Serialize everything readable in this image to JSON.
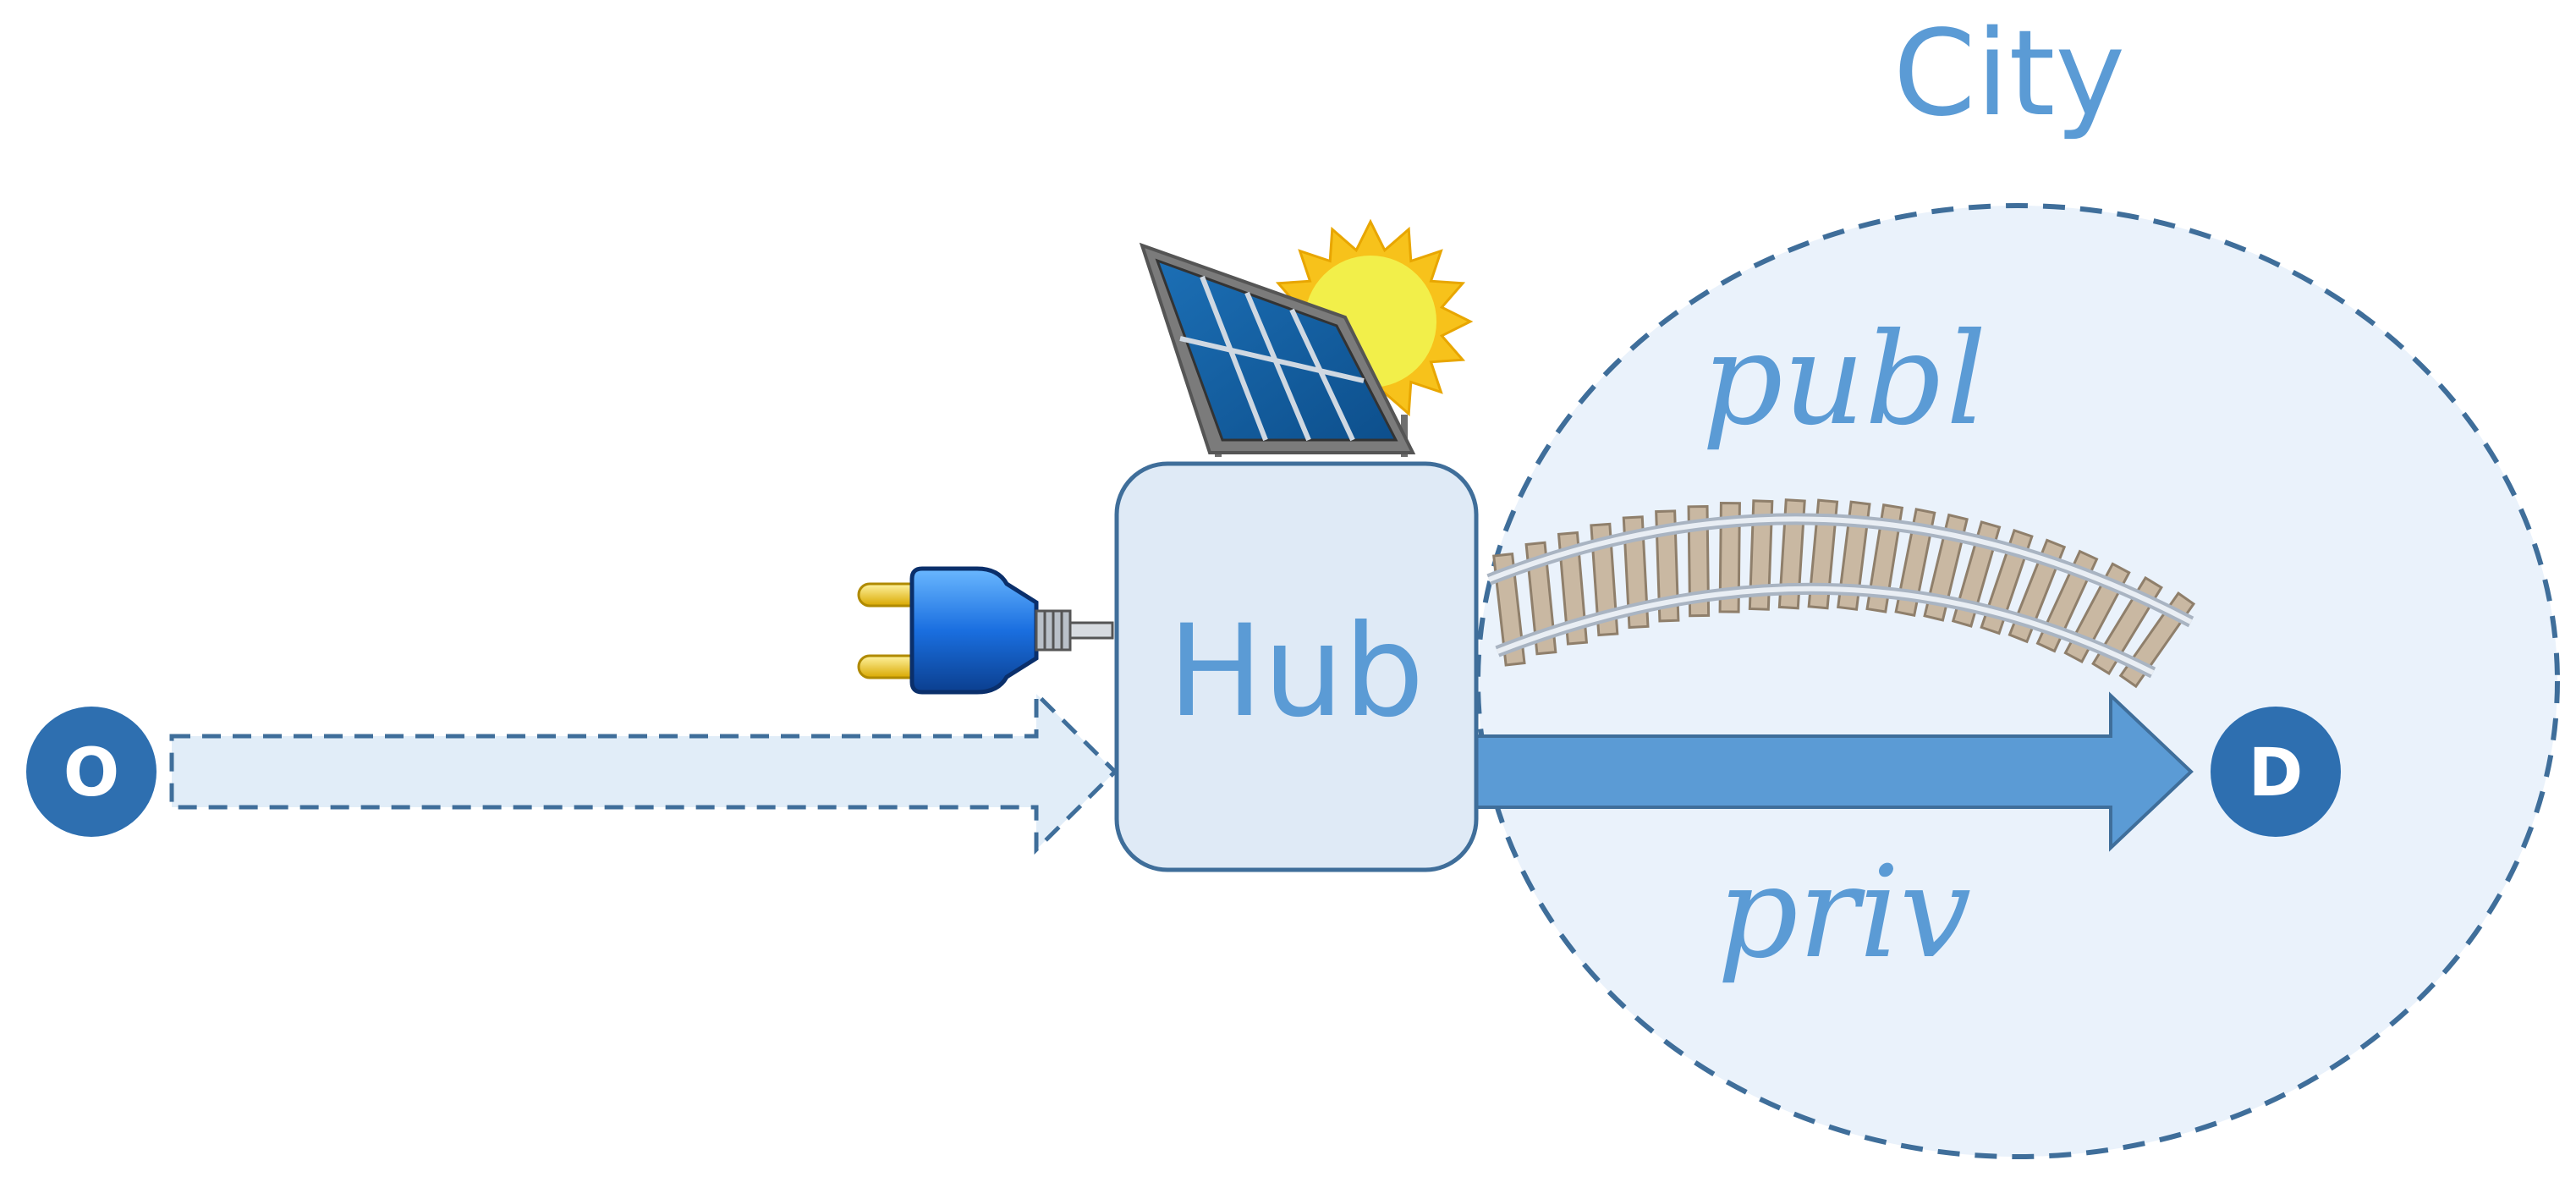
{
  "labels": {
    "city": "City",
    "hub": "Hub",
    "public": "publ",
    "private": "priv",
    "origin": "O",
    "destination": "D"
  },
  "icons": {
    "solar": "solar-panel-icon",
    "sun": "sun-icon",
    "plug": "electric-plug-icon",
    "rail": "railway-track-icon"
  },
  "colors": {
    "accent": "#5b9bd5",
    "node_fill": "#2e6fb0",
    "city_fill": "#eaf2fb",
    "city_stroke": "#3f6e9a",
    "hub_fill": "#dfeaf6",
    "hub_stroke": "#3f6e9a",
    "dashed_arrow_fill": "#e1edf8",
    "private_arrow_fill": "#5b9bd5"
  }
}
